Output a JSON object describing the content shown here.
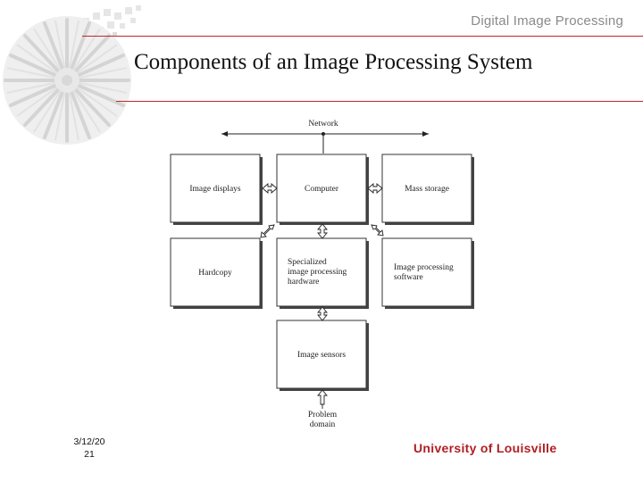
{
  "header": {
    "course_title": "Digital Image Processing"
  },
  "slide": {
    "title": "Components of an Image Processing System"
  },
  "diagram": {
    "network_label": "Network",
    "boxes": {
      "image_displays": "Image displays",
      "computer": "Computer",
      "mass_storage": "Mass storage",
      "hardcopy": "Hardcopy",
      "specialized_hw": [
        "Specialized",
        "image processing",
        "hardware"
      ],
      "software": [
        "Image processing",
        "software"
      ],
      "image_sensors": "Image sensors"
    },
    "problem_domain": [
      "Problem",
      "domain"
    ]
  },
  "footer": {
    "date": "3/12/20",
    "page": "21",
    "university": "University of Louisville"
  },
  "colors": {
    "accent_red": "#c0272d",
    "header_gray": "#8a8a8a",
    "university_red": "#b01e24"
  }
}
